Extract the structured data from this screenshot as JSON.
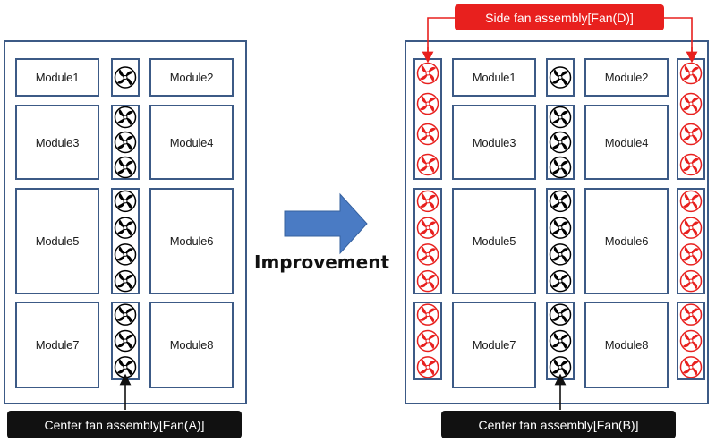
{
  "left": {
    "modules": [
      "Module1",
      "Module2",
      "Module3",
      "Module4",
      "Module5",
      "Module6",
      "Module7",
      "Module8"
    ],
    "center_fan_label": "Center fan assembly[Fan(A)]"
  },
  "right": {
    "modules": [
      "Module1",
      "Module2",
      "Module3",
      "Module4",
      "Module5",
      "Module6",
      "Module7",
      "Module8"
    ],
    "center_fan_label": "Center fan assembly[Fan(B)]",
    "side_fan_label": "Side fan assembly[Fan(D)]"
  },
  "arrow_label": "Improvement",
  "fan_counts_per_row": [
    1,
    3,
    4,
    3
  ],
  "colors": {
    "frame": "#3c5a86",
    "center_fan": "#000000",
    "side_fan": "#e8201e",
    "arrow_fill": "#4a7bc4",
    "side_label_bg": "#e8201e",
    "center_label_bg": "#111111"
  },
  "icons": {
    "center_fan": "fan-icon-black",
    "side_fan": "fan-icon-red"
  }
}
